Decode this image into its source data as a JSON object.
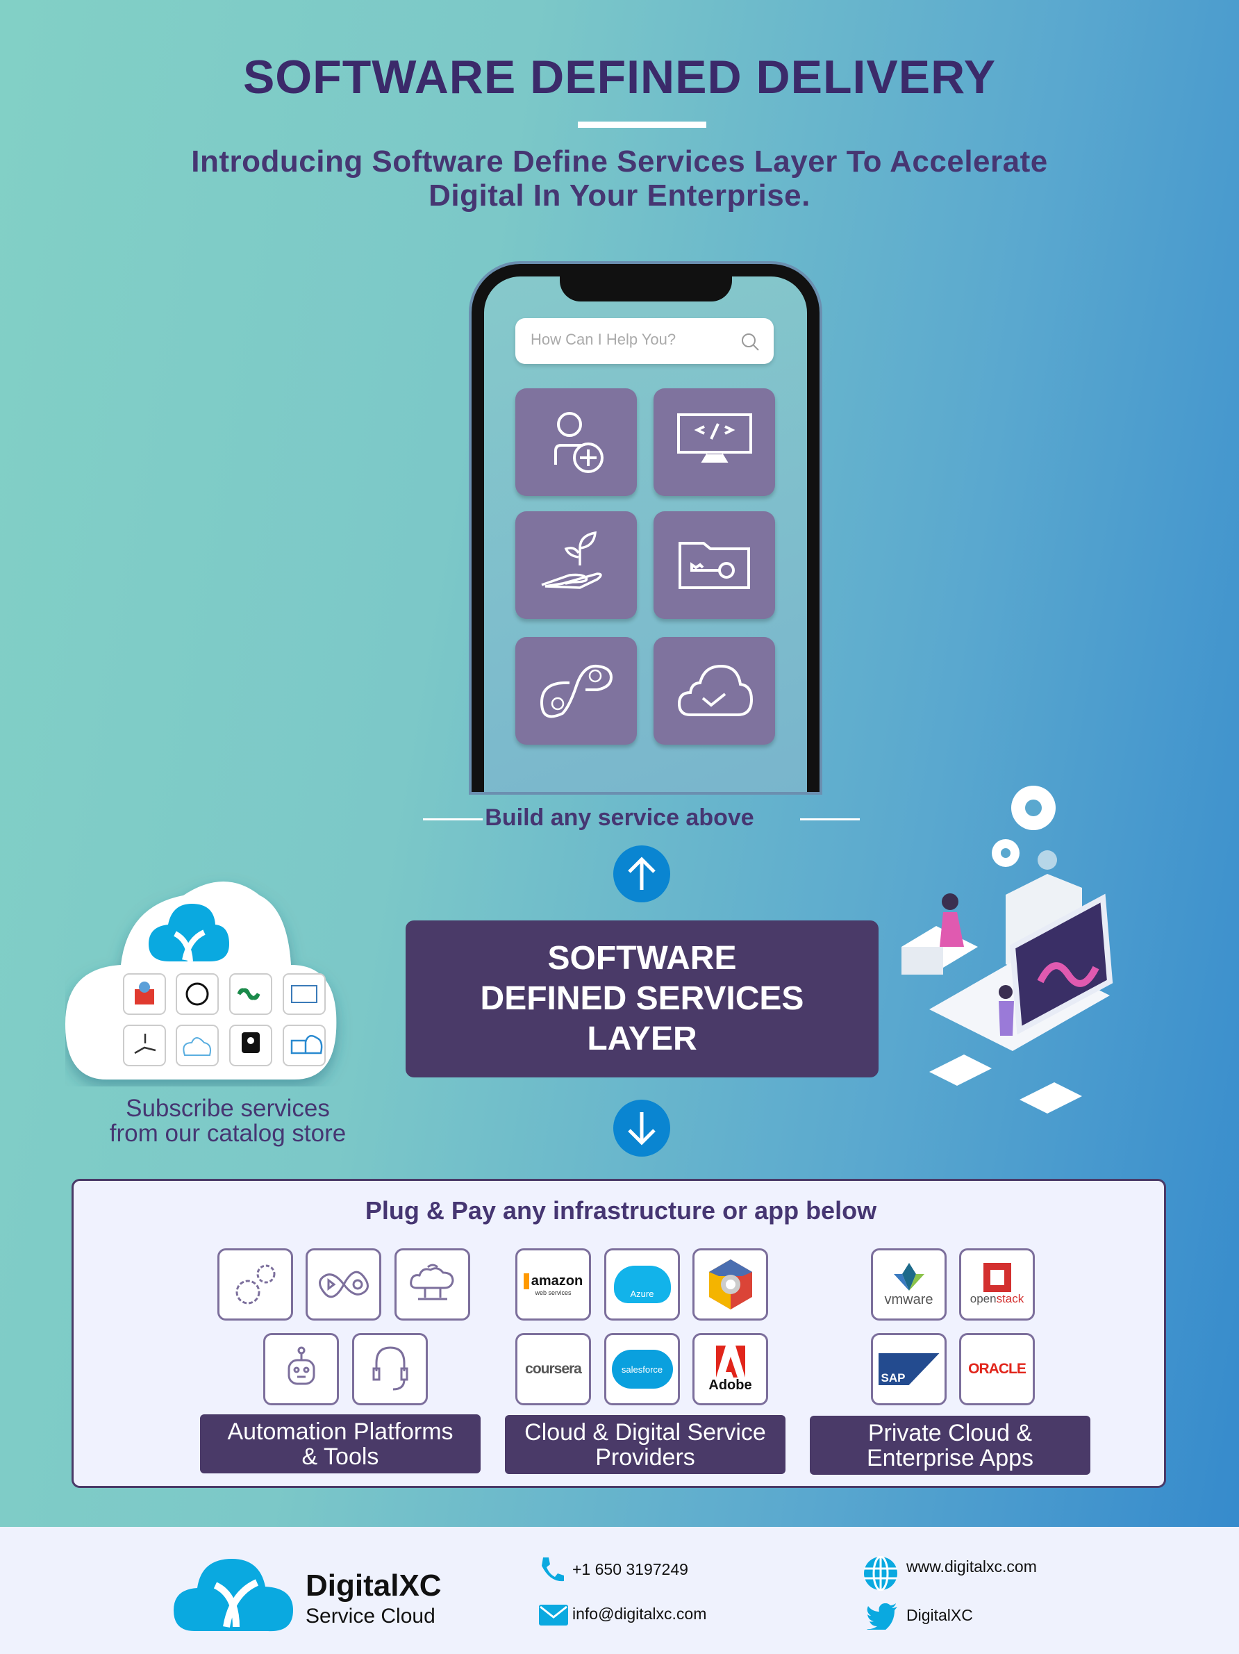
{
  "header": {
    "title": "SOFTWARE DEFINED DELIVERY",
    "subtitle_line1": "Introducing Software Define Services Layer To Accelerate",
    "subtitle_line2": "Digital In Your Enterprise."
  },
  "phone": {
    "search_placeholder": "How Can I Help You?",
    "tiles": [
      "add-user-icon",
      "code-monitor-icon",
      "plant-hand-icon",
      "key-folder-icon",
      "devops-loop-icon",
      "cloud-check-icon"
    ]
  },
  "middle": {
    "build_text": "Build any service above",
    "layer_line1": "SOFTWARE",
    "layer_line2": "DEFINED SERVICES",
    "layer_line3": "LAYER",
    "subscribe_line1": "Subscribe services",
    "subscribe_line2": "from our catalog store"
  },
  "plug": {
    "title": "Plug & Pay any infrastructure or app below",
    "cloud_logos": {
      "amazon": "amazon",
      "amazon_sub": "web services",
      "azure": "Azure",
      "coursera": "coursera",
      "salesforce": "salesforce",
      "adobe": "Adobe"
    },
    "private_logos": {
      "vmware": "vmware",
      "openstack_a": "open",
      "openstack_b": "stack",
      "sap": "SAP",
      "oracle": "ORACLE"
    },
    "labels": {
      "automation_1": "Automation Platforms",
      "automation_2": "& Tools",
      "cloud_1": "Cloud & Digital Service",
      "cloud_2": "Providers",
      "private_1": "Private Cloud &",
      "private_2": "Enterprise Apps"
    }
  },
  "footer": {
    "brand": "DigitalXC",
    "tagline": "Service Cloud",
    "phone": "+1 650 3197249",
    "email": "info@digitalxc.com",
    "website": "www.digitalxc.com",
    "twitter": "DigitalXC"
  },
  "colors": {
    "purple": "#4a3a68",
    "tile": "#7f739e",
    "accent": "#0a85d1",
    "brand_blue": "#0aa9e0"
  }
}
